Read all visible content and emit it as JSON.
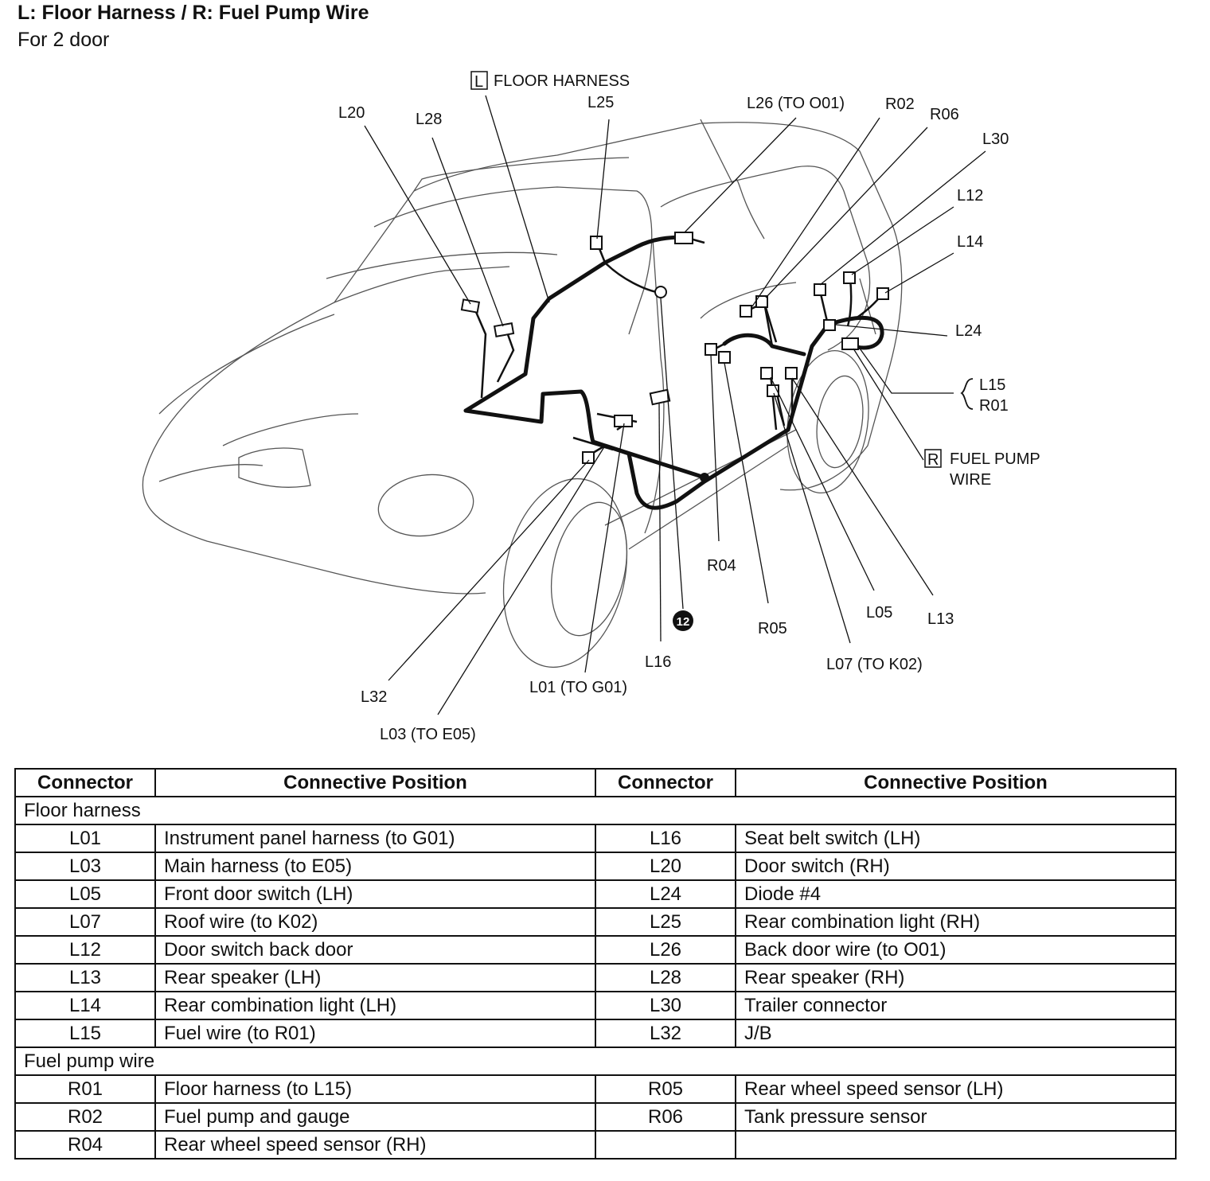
{
  "header": {
    "title": "L: Floor Harness / R: Fuel Pump Wire",
    "subtitle": "For 2 door"
  },
  "diagram": {
    "harness_labels": {
      "floor_box": "L",
      "floor_text": "FLOOR HARNESS",
      "fuel_box": "R",
      "fuel_text_1": "FUEL PUMP",
      "fuel_text_2": "WIRE"
    },
    "connector_labels": {
      "L20": "L20",
      "L28": "L28",
      "L25": "L25",
      "L26": "L26 (TO O01)",
      "R02": "R02",
      "R06": "R06",
      "L30": "L30",
      "L12": "L12",
      "L14": "L14",
      "L24": "L24",
      "L15": "L15",
      "R01": "R01",
      "R04": "R04",
      "R05": "R05",
      "L05": "L05",
      "L13": "L13",
      "L16": "L16",
      "L07": "L07 (TO K02)",
      "L01": "L01 (TO G01)",
      "L32": "L32",
      "L03": "L03 (TO E05)"
    },
    "ground_label": "12"
  },
  "table": {
    "headers": [
      "Connector",
      "Connective Position",
      "Connector",
      "Connective Position"
    ],
    "sections": [
      {
        "name": "Floor harness",
        "rows": [
          [
            "L01",
            "Instrument panel harness (to G01)",
            "L16",
            "Seat belt switch (LH)"
          ],
          [
            "L03",
            "Main harness (to E05)",
            "L20",
            "Door switch (RH)"
          ],
          [
            "L05",
            "Front door switch (LH)",
            "L24",
            "Diode #4"
          ],
          [
            "L07",
            "Roof wire (to K02)",
            "L25",
            "Rear combination light (RH)"
          ],
          [
            "L12",
            "Door switch back door",
            "L26",
            "Back door wire (to O01)"
          ],
          [
            "L13",
            "Rear speaker (LH)",
            "L28",
            "Rear speaker (RH)"
          ],
          [
            "L14",
            "Rear combination light (LH)",
            "L30",
            "Trailer connector"
          ],
          [
            "L15",
            "Fuel wire (to R01)",
            "L32",
            "J/B"
          ]
        ]
      },
      {
        "name": "Fuel pump wire",
        "rows": [
          [
            "R01",
            "Floor harness (to L15)",
            "R05",
            "Rear wheel speed sensor (LH)"
          ],
          [
            "R02",
            "Fuel pump and gauge",
            "R06",
            "Tank pressure sensor"
          ],
          [
            "R04",
            "Rear wheel speed sensor (RH)",
            "",
            ""
          ]
        ]
      }
    ]
  }
}
